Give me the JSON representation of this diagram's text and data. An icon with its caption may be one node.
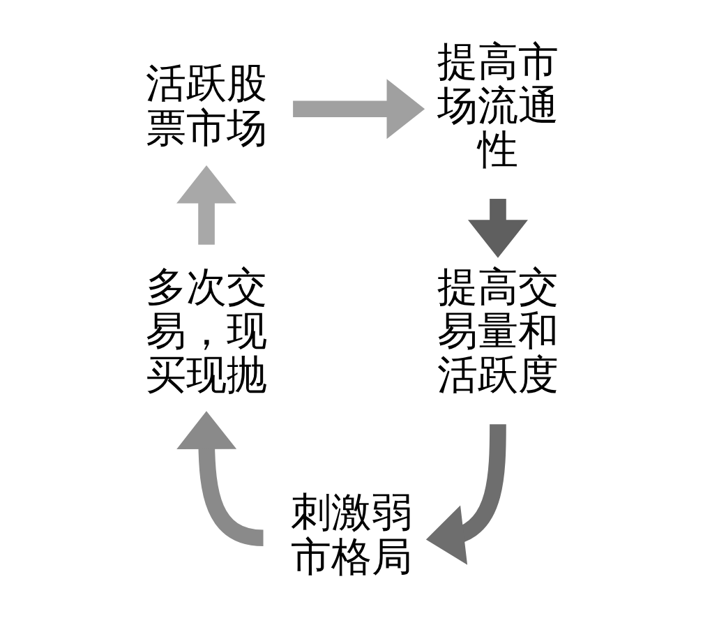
{
  "diagram": {
    "nodes": [
      {
        "text": [
          "活跃股票市场"
        ]
      },
      {
        "text": [
          "提高市场流通性"
        ]
      },
      {
        "text": [
          "提高交易量和活跃度"
        ]
      },
      {
        "text": [
          "刺激弱市格局"
        ]
      },
      {
        "text": [
          "多次交易，现买现抛"
        ]
      }
    ],
    "edges": [
      {
        "from": 0,
        "to": 1,
        "arrow": "to",
        "color": "#a0a0a0"
      },
      {
        "from": 1,
        "to": 2,
        "arrow": "to",
        "color": "#5f5f5f"
      },
      {
        "from": 2,
        "to": 3,
        "arrow": "to",
        "color": "#6e6e6e"
      },
      {
        "from": 3,
        "to": 4,
        "arrow": "to",
        "color": "#8a8a8a"
      },
      {
        "from": 4,
        "to": 0,
        "arrow": "to",
        "color": "#a8a8a8"
      }
    ]
  }
}
